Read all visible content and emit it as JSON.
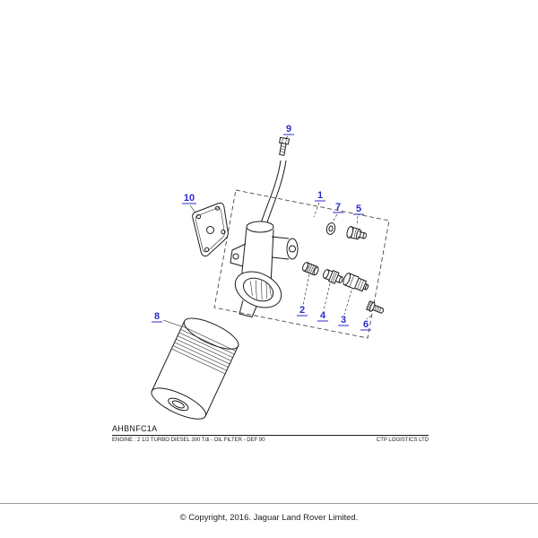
{
  "diagram": {
    "accent_color": "#2b2bcd",
    "callouts": [
      "1",
      "2",
      "3",
      "4",
      "5",
      "6",
      "7",
      "8",
      "9",
      "10"
    ]
  },
  "footer": {
    "drawing_code": "AHBNFC1A",
    "description": "ENGINE : 2 1/2 TURBO DIESEL 300 Tdi - OIL FILTER - DEF 90",
    "supplier": "CTP LOGISTICS LTD"
  },
  "copyright_bar": {
    "text": "© Copyright, 2016. Jaguar Land Rover Limited."
  }
}
